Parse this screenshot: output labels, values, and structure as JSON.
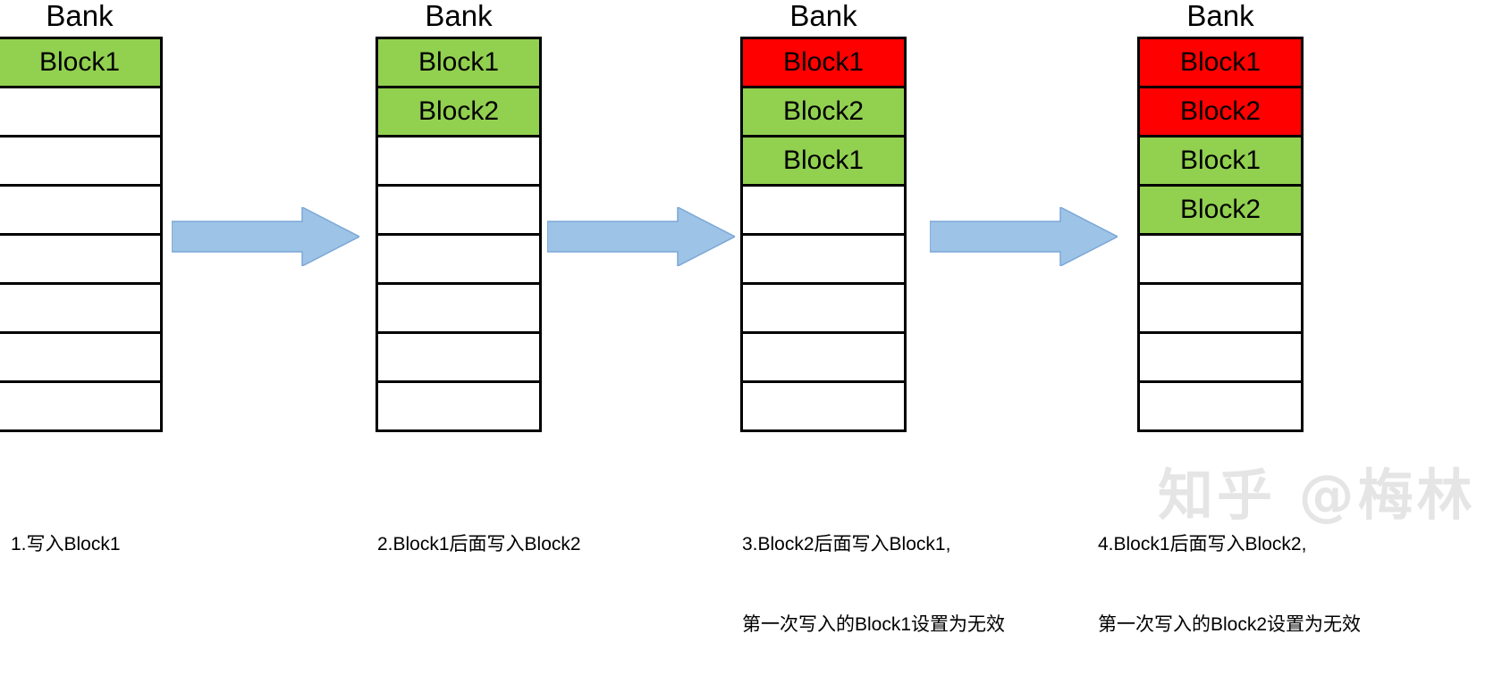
{
  "diagram": {
    "title_label": "Bank",
    "colors": {
      "valid_green": "#92D050",
      "invalid_red": "#FF0000",
      "arrow_blue": "#9DC3E6",
      "arrow_stroke": "#7BA7D7",
      "border_black": "#000000",
      "watermark_gray": "rgba(0,0,0,0.10)"
    },
    "rows_per_bank": 8,
    "stages": [
      {
        "id": "stage-1",
        "header": "Bank",
        "cells": [
          {
            "label": "Block1",
            "state": "valid"
          },
          {
            "label": "",
            "state": "empty"
          },
          {
            "label": "",
            "state": "empty"
          },
          {
            "label": "",
            "state": "empty"
          },
          {
            "label": "",
            "state": "empty"
          },
          {
            "label": "",
            "state": "empty"
          },
          {
            "label": "",
            "state": "empty"
          },
          {
            "label": "",
            "state": "empty"
          }
        ],
        "caption_line1": "1.写入Block1",
        "caption_line2": ""
      },
      {
        "id": "stage-2",
        "header": "Bank",
        "cells": [
          {
            "label": "Block1",
            "state": "valid"
          },
          {
            "label": "Block2",
            "state": "valid"
          },
          {
            "label": "",
            "state": "empty"
          },
          {
            "label": "",
            "state": "empty"
          },
          {
            "label": "",
            "state": "empty"
          },
          {
            "label": "",
            "state": "empty"
          },
          {
            "label": "",
            "state": "empty"
          },
          {
            "label": "",
            "state": "empty"
          }
        ],
        "caption_line1": "2.Block1后面写入Block2",
        "caption_line2": ""
      },
      {
        "id": "stage-3",
        "header": "Bank",
        "cells": [
          {
            "label": "Block1",
            "state": "invalid"
          },
          {
            "label": "Block2",
            "state": "valid"
          },
          {
            "label": "Block1",
            "state": "valid"
          },
          {
            "label": "",
            "state": "empty"
          },
          {
            "label": "",
            "state": "empty"
          },
          {
            "label": "",
            "state": "empty"
          },
          {
            "label": "",
            "state": "empty"
          },
          {
            "label": "",
            "state": "empty"
          }
        ],
        "caption_line1": "3.Block2后面写入Block1,",
        "caption_line2": "第一次写入的Block1设置为无效"
      },
      {
        "id": "stage-4",
        "header": "Bank",
        "cells": [
          {
            "label": "Block1",
            "state": "invalid"
          },
          {
            "label": "Block2",
            "state": "invalid"
          },
          {
            "label": "Block1",
            "state": "valid"
          },
          {
            "label": "Block2",
            "state": "valid"
          },
          {
            "label": "",
            "state": "empty"
          },
          {
            "label": "",
            "state": "empty"
          },
          {
            "label": "",
            "state": "empty"
          },
          {
            "label": "",
            "state": "empty"
          }
        ],
        "caption_line1": "4.Block1后面写入Block2,",
        "caption_line2": "第一次写入的Block2设置为无效"
      }
    ],
    "arrows": [
      {
        "id": "arrow-1",
        "name": "flow-arrow-right"
      },
      {
        "id": "arrow-2",
        "name": "flow-arrow-right"
      },
      {
        "id": "arrow-3",
        "name": "flow-arrow-right"
      }
    ],
    "watermark": "知乎 @梅林"
  }
}
